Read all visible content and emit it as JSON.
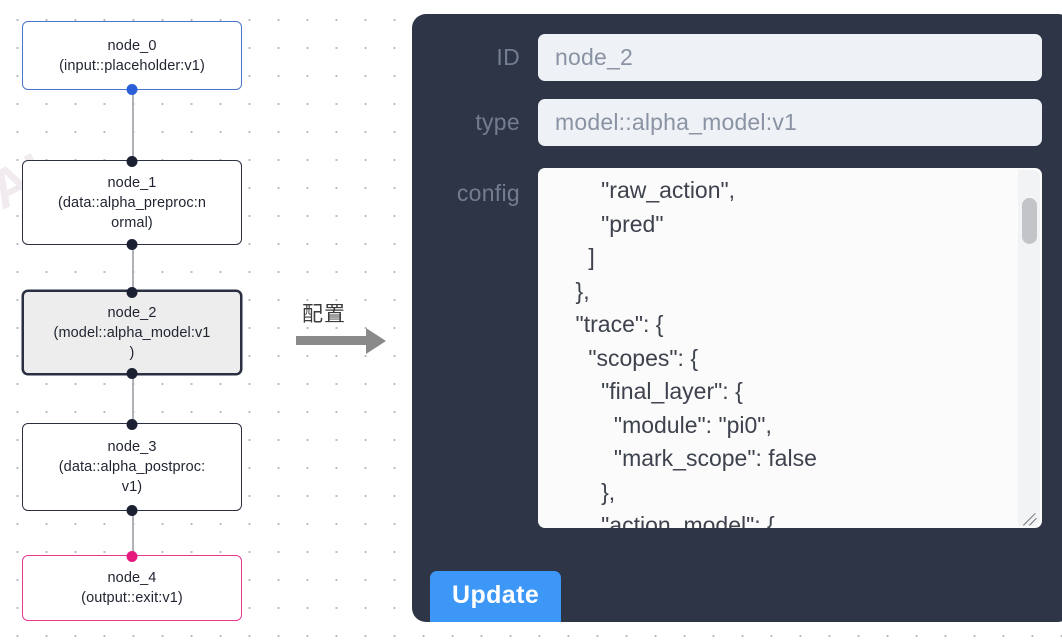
{
  "canvas": {
    "background_color": "#ffffff",
    "dot_color": "#b9bcc4"
  },
  "graph": {
    "nodes": [
      {
        "id": "node_0",
        "label": "node_0\n(input::placeholder:v1)",
        "type": "input::placeholder:v1",
        "variant": "input",
        "border_color": "#4a76c9",
        "handle_color": "#2b5fd9",
        "selected": false
      },
      {
        "id": "node_1",
        "label": "node_1\n(data::alpha_preproc:n\normal)",
        "type": "data::alpha_preproc:normal",
        "variant": "default",
        "border_color": "#2b2f42",
        "handle_color": "#1c2033",
        "selected": false
      },
      {
        "id": "node_2",
        "label": "node_2\n(model::alpha_model:v1\n)",
        "type": "model::alpha_model:v1",
        "variant": "default",
        "border_color": "#2b2f42",
        "handle_color": "#1c2033",
        "selected": true
      },
      {
        "id": "node_3",
        "label": "node_3\n(data::alpha_postproc:\nv1)",
        "type": "data::alpha_postproc:v1",
        "variant": "default",
        "border_color": "#2b2f42",
        "handle_color": "#1c2033",
        "selected": false
      },
      {
        "id": "node_4",
        "label": "node_4\n(output::exit:v1)",
        "type": "output::exit:v1",
        "variant": "output",
        "border_color": "#e5388f",
        "handle_color": "#e5187f",
        "selected": false
      }
    ],
    "edges": [
      {
        "from": "node_0",
        "to": "node_1"
      },
      {
        "from": "node_1",
        "to": "node_2"
      },
      {
        "from": "node_2",
        "to": "node_3"
      },
      {
        "from": "node_3",
        "to": "node_4"
      }
    ]
  },
  "annotation": {
    "arrow_label": "配置",
    "arrow_color": "#8a8a8a"
  },
  "panel": {
    "background_color": "#2e3547",
    "fields": {
      "id": {
        "label": "ID",
        "value": "node_2",
        "placeholder": "node_2"
      },
      "type": {
        "label": "type",
        "value": "model::alpha_model:v1",
        "placeholder": "model::alpha_model:v1"
      },
      "config": {
        "label": "config",
        "value": "        \"raw_action\",\n        \"pred\"\n      ]\n    },\n    \"trace\": {\n      \"scopes\": {\n        \"final_layer\": {\n          \"module\": \"pi0\",\n          \"mark_scope\": false\n        },\n        \"action_model\": {",
        "scroll_position": "middle"
      }
    },
    "update_button": {
      "label": "Update",
      "color": "#3d97f7"
    }
  }
}
